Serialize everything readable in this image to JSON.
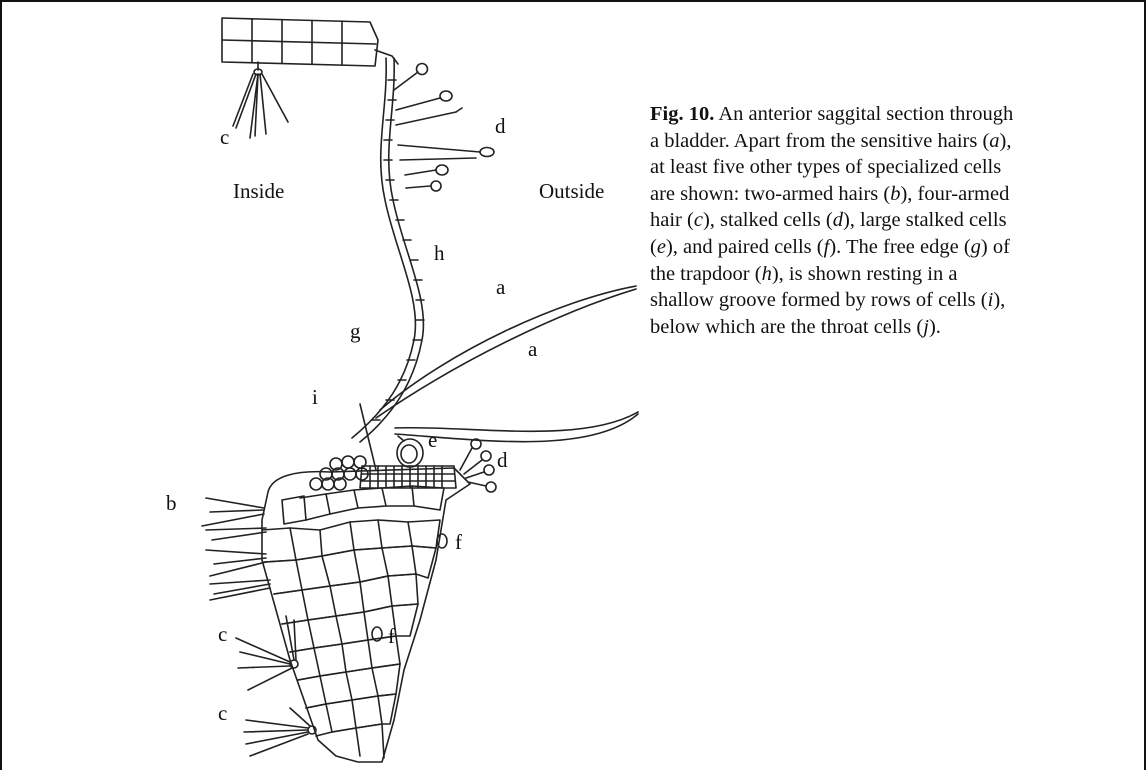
{
  "figure": {
    "side_labels": {
      "inside": "Inside",
      "outside": "Outside"
    },
    "letter_labels": {
      "a": "a",
      "b": "b",
      "c": "c",
      "d": "d",
      "e": "e",
      "f": "f",
      "g": "g",
      "h": "h",
      "i": "i"
    }
  },
  "caption": {
    "fig_number": "Fig. 10.",
    "segments": [
      {
        "t": " An anterior saggital section through a bladder. Apart from the sensitive hairs ("
      },
      {
        "t": "a",
        "i": true
      },
      {
        "t": "), at least five other types of specialized cells are shown: two-armed hairs ("
      },
      {
        "t": "b",
        "i": true
      },
      {
        "t": "), four-armed hair ("
      },
      {
        "t": "c",
        "i": true
      },
      {
        "t": "), stalked cells ("
      },
      {
        "t": "d",
        "i": true
      },
      {
        "t": "), large stalked cells ("
      },
      {
        "t": "e",
        "i": true
      },
      {
        "t": "), and paired cells ("
      },
      {
        "t": "f",
        "i": true
      },
      {
        "t": "). The free edge ("
      },
      {
        "t": "g",
        "i": true
      },
      {
        "t": ") of the trapdoor ("
      },
      {
        "t": "h",
        "i": true
      },
      {
        "t": "), is shown resting in a shallow groove formed by rows of cells ("
      },
      {
        "t": "i",
        "i": true
      },
      {
        "t": "), below which are the throat cells ("
      },
      {
        "t": "j",
        "i": true
      },
      {
        "t": ")."
      }
    ]
  }
}
